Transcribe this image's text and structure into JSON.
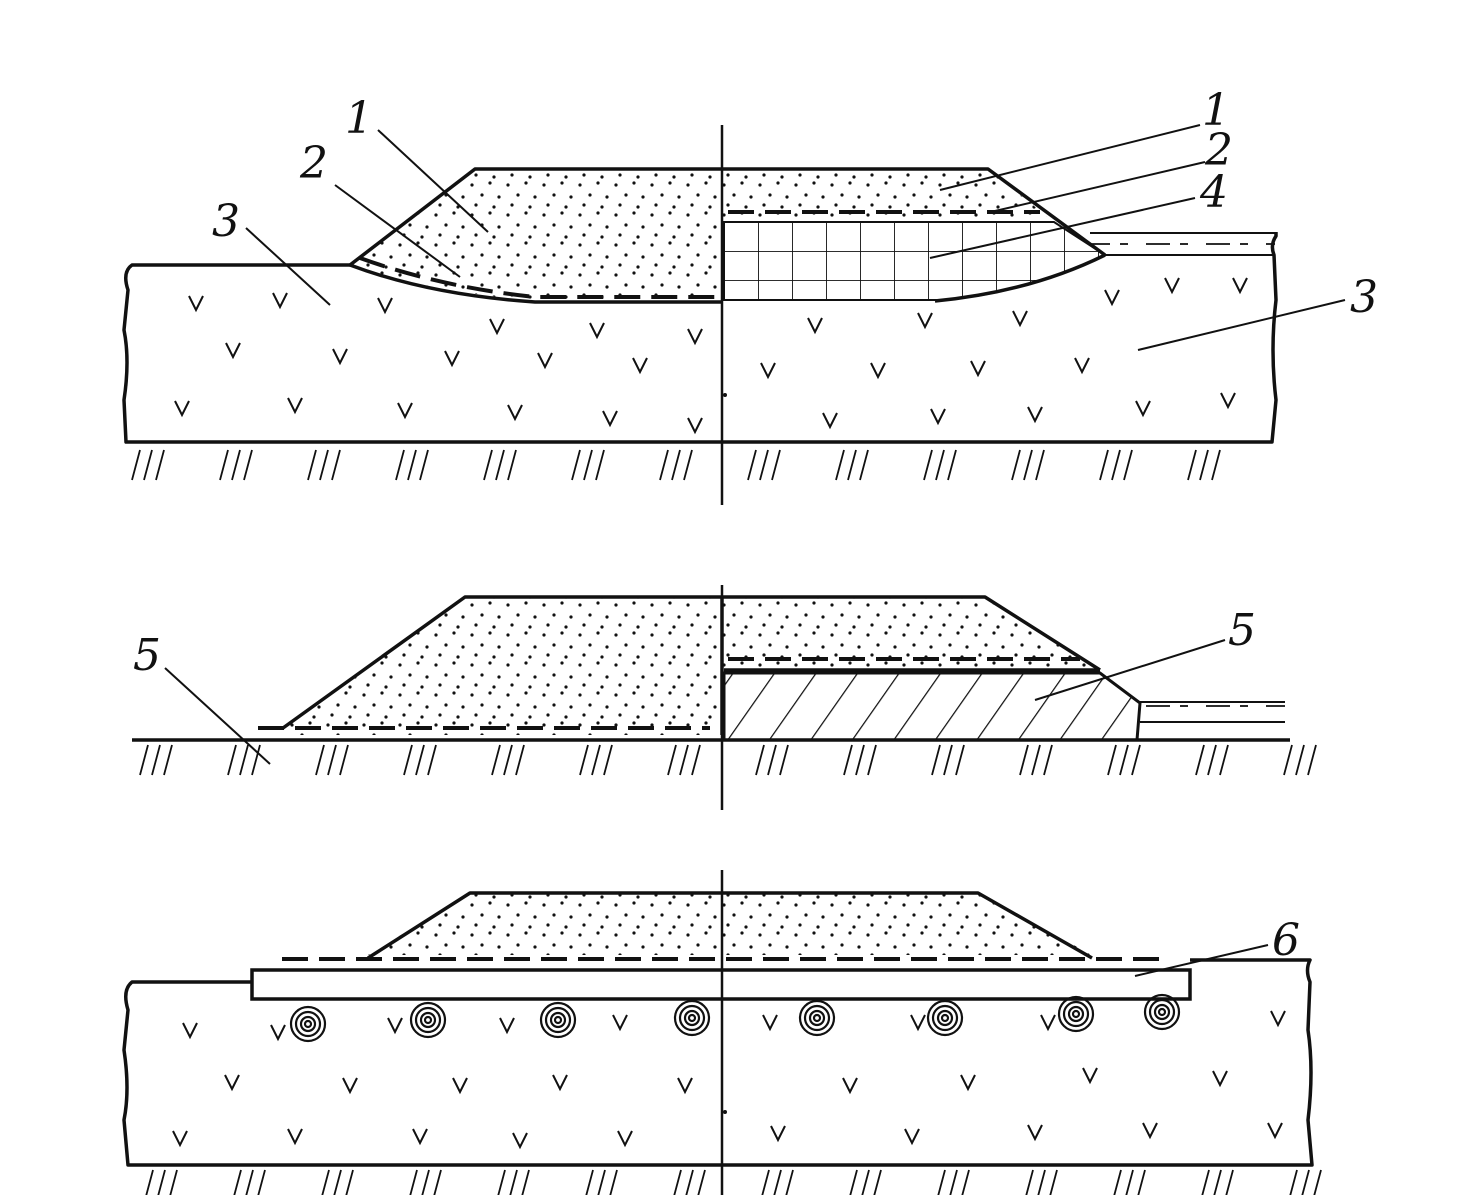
{
  "labels": {
    "top_left": [
      "1",
      "2",
      "3"
    ],
    "top_right": [
      "1",
      "2",
      "4",
      "3"
    ],
    "middle": [
      "5",
      "5"
    ],
    "bottom": [
      "6"
    ]
  },
  "colors": {
    "ink": "#111111",
    "background": "#ffffff"
  }
}
